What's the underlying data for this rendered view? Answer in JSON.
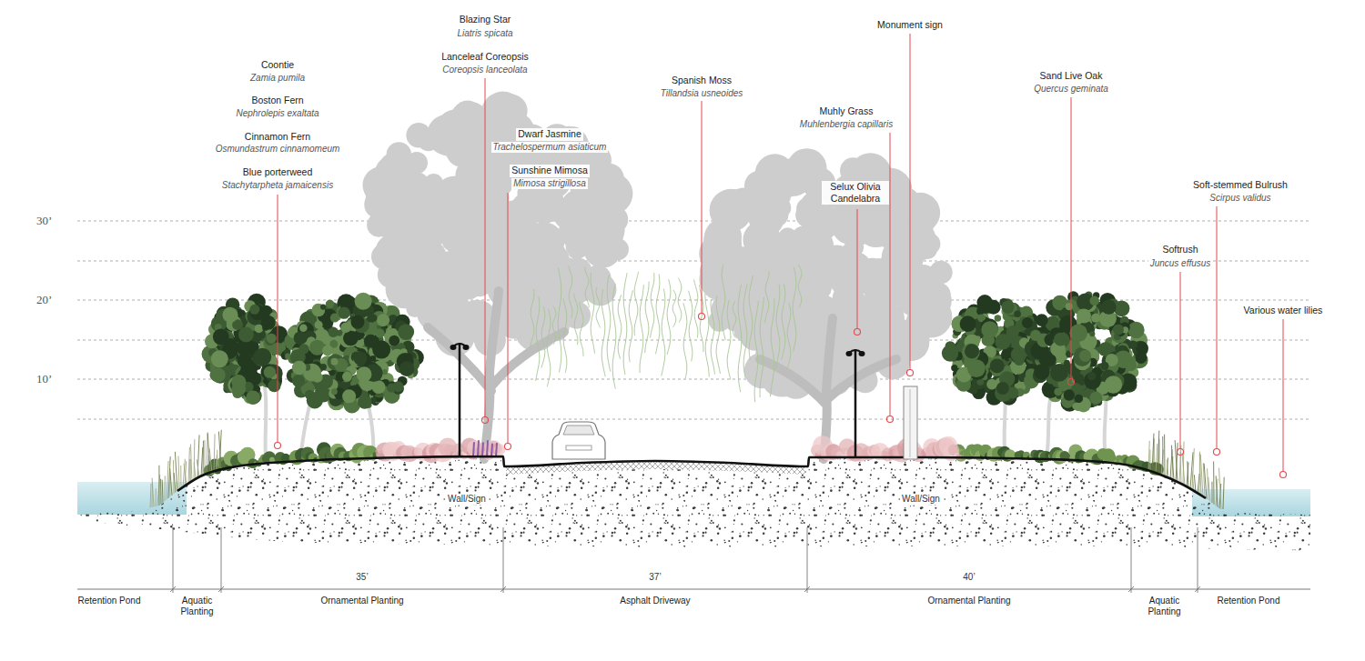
{
  "diagram": {
    "labels": [
      "Coontie",
      "Zamia pumila",
      "Boston Fern",
      "Nephrolepis exaltata",
      "Cinnamon Fern",
      "Osmundastrum cinnamomeum",
      "Blue porterweed",
      "Stachytarpheta jamaicensis",
      "Blazing Star",
      "Liatris spicata",
      "Lanceleaf Coreopsis",
      "Coreopsis lanceolata",
      "Dwarf Jasmine",
      "Trachelospermum asiaticum",
      "Sunshine Mimosa",
      "Mimosa strigillosa",
      "Spanish Moss",
      "Tillandsia usneoides",
      "Monument sign",
      "Muhly Grass",
      "Muhlenbergia capillaris",
      "Selux Olivia Candelabra",
      "Sand Live Oak",
      "Quercus geminata",
      "Soft-stemmed Bulrush",
      "Scirpus validus",
      "Softrush",
      "Juncus effusus",
      "Various water lilies",
      "30’",
      "20’",
      "10’",
      "Wall/Sign",
      "Wall/Sign",
      "35’",
      "37’",
      "40’",
      "Retention Pond",
      "Aquatic Planting",
      "Ornamental Planting",
      "Asphalt Driveway",
      "Ornamental Planting",
      "Aquatic Planting",
      "Retention Pond"
    ]
  }
}
